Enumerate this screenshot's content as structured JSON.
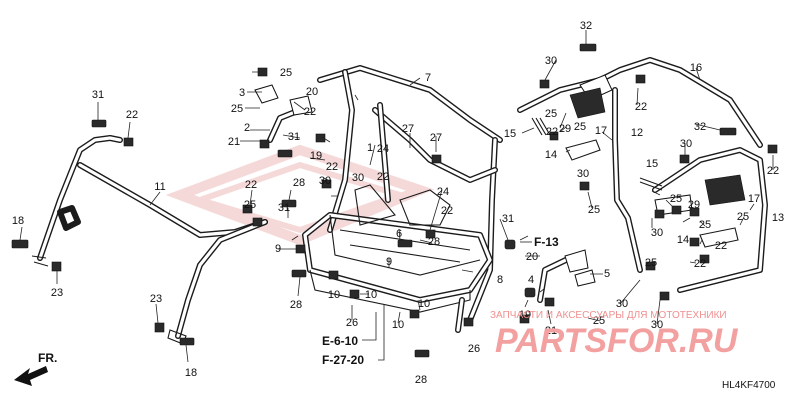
{
  "diagram": {
    "code": "HL4KF4700",
    "front_label": "FR.",
    "references": [
      "F-13",
      "E-6-10",
      "F-27-20"
    ],
    "watermark": {
      "line": "ЗАПЧАСТИ И АКСЕССУАРЫ ДЛЯ МОТОТЕХНИКИ",
      "brand": "PARTSFOR.RU"
    },
    "callouts": [
      "1",
      "2",
      "3",
      "4",
      "5",
      "6",
      "7",
      "8",
      "9",
      "10",
      "11",
      "12",
      "13",
      "14",
      "15",
      "16",
      "17",
      "18",
      "19",
      "20",
      "21",
      "22",
      "23",
      "24",
      "25",
      "26",
      "27",
      "28",
      "29",
      "30",
      "31",
      "32"
    ]
  }
}
